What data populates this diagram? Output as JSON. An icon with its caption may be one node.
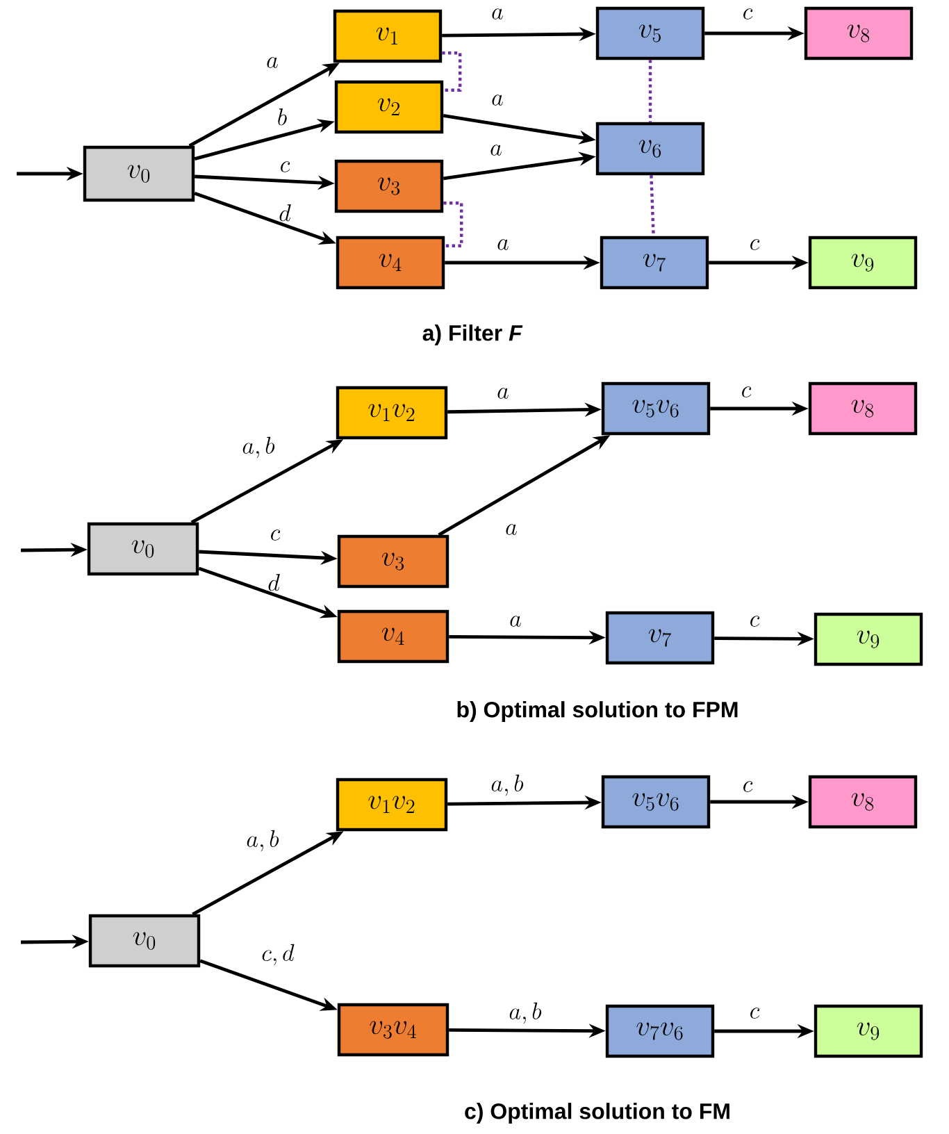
{
  "diagram": {
    "nodes": [
      {
        "text": [
          "v_0"
        ]
      },
      {
        "text": [
          "v_1"
        ]
      },
      {
        "text": [
          "v_2"
        ]
      },
      {
        "text": [
          "v_3"
        ]
      },
      {
        "text": [
          "v_4"
        ]
      },
      {
        "text": [
          "v_5"
        ]
      },
      {
        "text": [
          "v_6"
        ]
      },
      {
        "text": [
          "v_7"
        ]
      },
      {
        "text": [
          "v_8"
        ]
      },
      {
        "text": [
          "v_9"
        ]
      },
      {
        "text": [
          "v_0"
        ]
      },
      {
        "text": [
          "v_1v_2"
        ]
      },
      {
        "text": [
          "v_3"
        ]
      },
      {
        "text": [
          "v_4"
        ]
      },
      {
        "text": [
          "v_5v_6"
        ]
      },
      {
        "text": [
          "v_7"
        ]
      },
      {
        "text": [
          "v_8"
        ]
      },
      {
        "text": [
          "v_9"
        ]
      },
      {
        "text": [
          "v_0"
        ]
      },
      {
        "text": [
          "v_1v_2"
        ]
      },
      {
        "text": [
          "v_3v_4"
        ]
      },
      {
        "text": [
          "v_5v_6"
        ]
      },
      {
        "text": [
          "v_7v_6"
        ]
      },
      {
        "text": [
          "v_8"
        ]
      },
      {
        "text": [
          "v_9"
        ]
      }
    ],
    "edges": [
      {
        "from": null,
        "to": 0,
        "arrow": "to"
      },
      {
        "from": 0,
        "to": 1,
        "arrow": "to",
        "label": "a"
      },
      {
        "from": 0,
        "to": 2,
        "arrow": "to",
        "label": "b"
      },
      {
        "from": 0,
        "to": 3,
        "arrow": "to",
        "label": "c"
      },
      {
        "from": 0,
        "to": 4,
        "arrow": "to",
        "label": "d"
      },
      {
        "from": 1,
        "to": 5,
        "arrow": "to",
        "label": "a"
      },
      {
        "from": 2,
        "to": 6,
        "arrow": "to",
        "label": "a"
      },
      {
        "from": 3,
        "to": 6,
        "arrow": "to",
        "label": "a"
      },
      {
        "from": 4,
        "to": 7,
        "arrow": "to",
        "label": "a"
      },
      {
        "from": 5,
        "to": 8,
        "arrow": "to",
        "label": "c"
      },
      {
        "from": 7,
        "to": 9,
        "arrow": "to",
        "label": "c"
      },
      {
        "from": 1,
        "to": 2,
        "arrow": "none",
        "style": "dashed",
        "color": "#7030a0"
      },
      {
        "from": 3,
        "to": 4,
        "arrow": "none",
        "style": "dashed",
        "color": "#7030a0"
      },
      {
        "from": 5,
        "to": 6,
        "arrow": "none",
        "style": "dashed",
        "color": "#7030a0"
      },
      {
        "from": 6,
        "to": 7,
        "arrow": "none",
        "style": "dashed",
        "color": "#7030a0"
      },
      {
        "from": null,
        "to": 10,
        "arrow": "to"
      },
      {
        "from": 10,
        "to": 11,
        "arrow": "to",
        "label": "a, b"
      },
      {
        "from": 10,
        "to": 12,
        "arrow": "to",
        "label": "c"
      },
      {
        "from": 10,
        "to": 13,
        "arrow": "to",
        "label": "d"
      },
      {
        "from": 11,
        "to": 14,
        "arrow": "to",
        "label": "a"
      },
      {
        "from": 12,
        "to": 14,
        "arrow": "to",
        "label": "a"
      },
      {
        "from": 13,
        "to": 15,
        "arrow": "to",
        "label": "a"
      },
      {
        "from": 14,
        "to": 16,
        "arrow": "to",
        "label": "c"
      },
      {
        "from": 15,
        "to": 17,
        "arrow": "to",
        "label": "c"
      },
      {
        "from": null,
        "to": 18,
        "arrow": "to"
      },
      {
        "from": 18,
        "to": 19,
        "arrow": "to",
        "label": "a, b"
      },
      {
        "from": 18,
        "to": 20,
        "arrow": "to",
        "label": "c, d"
      },
      {
        "from": 19,
        "to": 21,
        "arrow": "to",
        "label": "a, b"
      },
      {
        "from": 20,
        "to": 22,
        "arrow": "to",
        "label": "a, b"
      },
      {
        "from": 21,
        "to": 23,
        "arrow": "to",
        "label": "c"
      },
      {
        "from": 22,
        "to": 24,
        "arrow": "to",
        "label": "c"
      }
    ],
    "labels": [
      "a) Filter *F*",
      "b) Optimal solution to FPM",
      "c) Optimal solution to FM"
    ]
  }
}
